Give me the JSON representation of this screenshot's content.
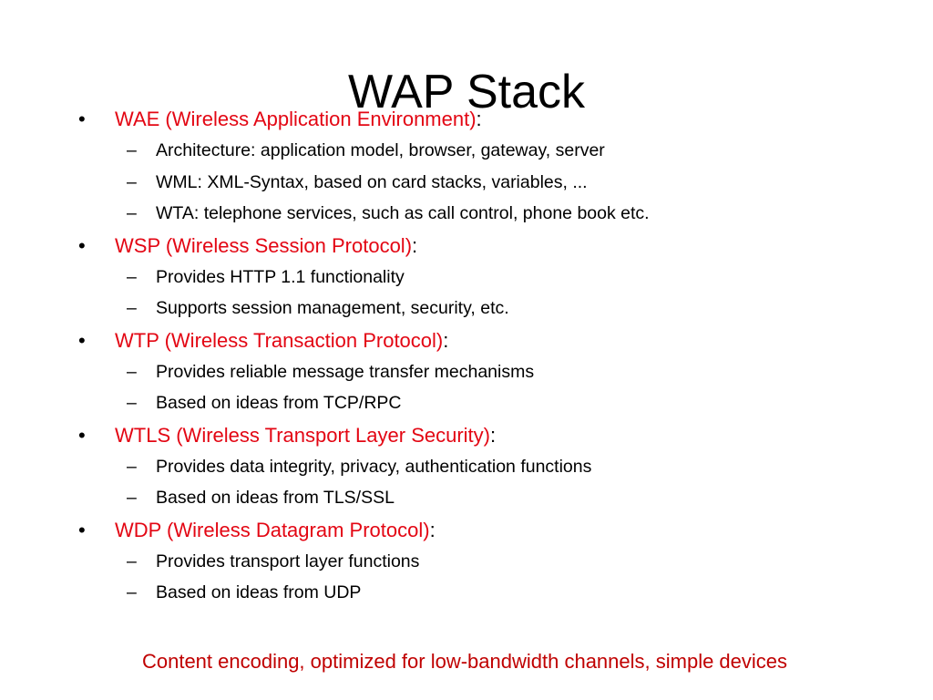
{
  "title": "WAP Stack",
  "bullet_marker": "•",
  "sub_marker": "–",
  "colors": {
    "term": "#e30613",
    "footer": "#c00000",
    "text": "#000000",
    "background": "#ffffff"
  },
  "bullets": [
    {
      "term": "WAE (Wireless Application Environment)",
      "suffix": ":",
      "items": [
        "Architecture: application model, browser, gateway, server",
        "WML: XML-Syntax, based on card stacks, variables, ...",
        "WTA: telephone services, such as call control, phone book etc."
      ]
    },
    {
      "term": "WSP (Wireless Session Protocol)",
      "suffix": ":",
      "items": [
        "Provides HTTP 1.1 functionality",
        "Supports session management, security, etc."
      ]
    },
    {
      "term": "WTP (Wireless Transaction Protocol)",
      "suffix": ":",
      "items": [
        "Provides reliable message transfer mechanisms",
        "Based on ideas from TCP/RPC"
      ]
    },
    {
      "term": "WTLS (Wireless Transport Layer Security)",
      "suffix": ":",
      "items": [
        "Provides data integrity, privacy, authentication functions",
        "Based on ideas from TLS/SSL"
      ]
    },
    {
      "term": "WDP (Wireless Datagram Protocol)",
      "suffix": ":",
      "items": [
        "Provides transport layer functions",
        "Based on ideas from UDP"
      ]
    }
  ],
  "footer": "Content encoding, optimized for low-bandwidth channels, simple devices"
}
